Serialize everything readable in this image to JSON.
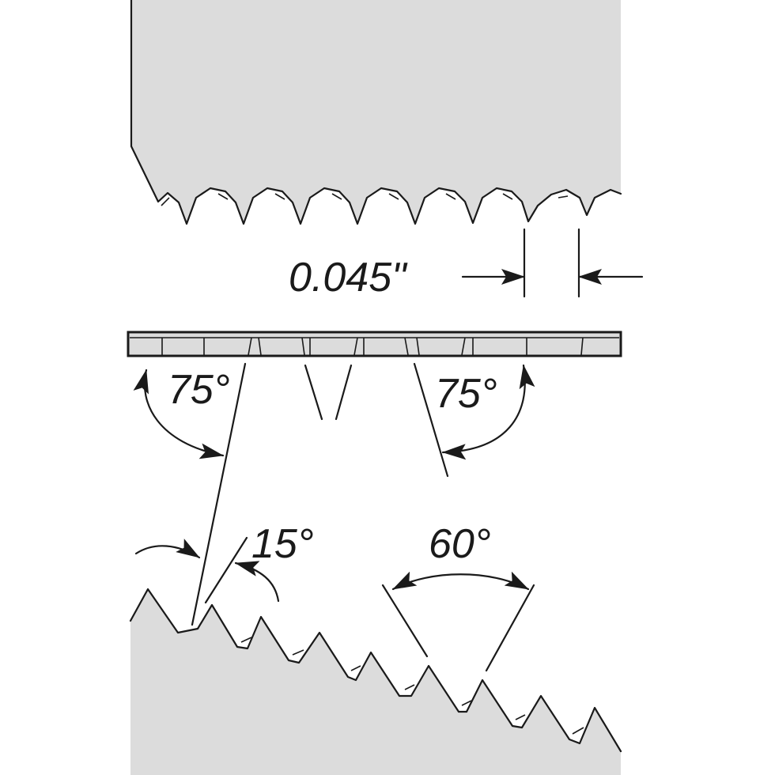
{
  "labels": {
    "pitch": "0.045\"",
    "angle_left": "75°",
    "angle_right": "75°",
    "rake": "15°",
    "included": "60°"
  },
  "colors": {
    "blade": "#dcdcdc",
    "ink": "#1a1a1a",
    "background": "#ffffff"
  }
}
